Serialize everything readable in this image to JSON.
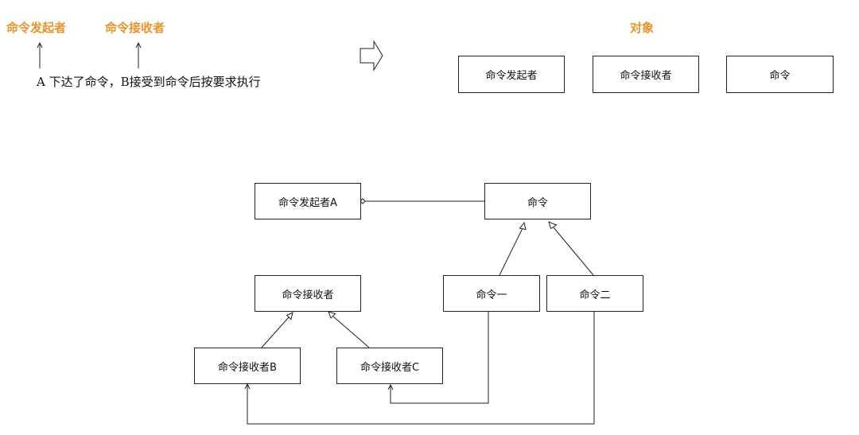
{
  "legend": {
    "sender": "命令发起者",
    "receiver": "命令接收者",
    "sentence": "A 下达了命令，B接受到命令后按要求执行",
    "objects_title": "对象"
  },
  "objects": [
    "命令发起者",
    "命令接收者",
    "命令"
  ],
  "uml": {
    "invoker": "命令发起者A",
    "command": "命令",
    "receiver": "命令接收者",
    "command_one": "命令一",
    "command_two": "命令二",
    "receiver_b": "命令接收者B",
    "receiver_c": "命令接收者C"
  },
  "colors": {
    "accent": "#E8932B",
    "line": "#222222"
  }
}
